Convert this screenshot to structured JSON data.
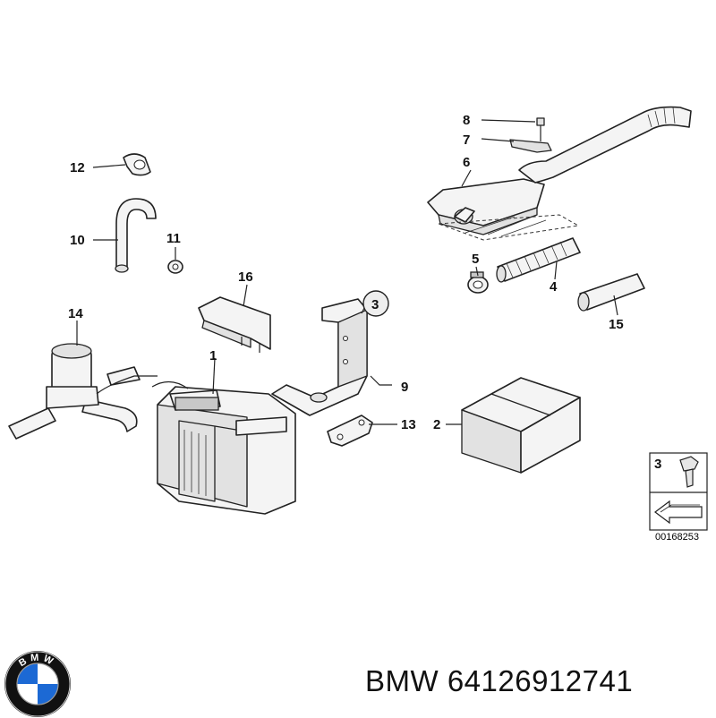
{
  "callouts": [
    {
      "id": "1",
      "label": "1"
    },
    {
      "id": "2",
      "label": "2"
    },
    {
      "id": "3",
      "label": "3"
    },
    {
      "id": "4",
      "label": "4"
    },
    {
      "id": "5",
      "label": "5"
    },
    {
      "id": "6",
      "label": "6"
    },
    {
      "id": "7",
      "label": "7"
    },
    {
      "id": "8",
      "label": "8"
    },
    {
      "id": "9",
      "label": "9"
    },
    {
      "id": "10",
      "label": "10"
    },
    {
      "id": "11",
      "label": "11"
    },
    {
      "id": "12",
      "label": "12"
    },
    {
      "id": "13",
      "label": "13"
    },
    {
      "id": "14",
      "label": "14"
    },
    {
      "id": "15",
      "label": "15"
    },
    {
      "id": "16",
      "label": "16"
    }
  ],
  "legend_box": {
    "item_label": "3"
  },
  "diagram_code": "00168253",
  "logo": {
    "text": "BMW",
    "colors": {
      "blue": "#1c69d4",
      "white": "#ffffff",
      "black": "#111111"
    }
  },
  "footer": {
    "brand": "BMW",
    "part_number": "64126912741"
  }
}
